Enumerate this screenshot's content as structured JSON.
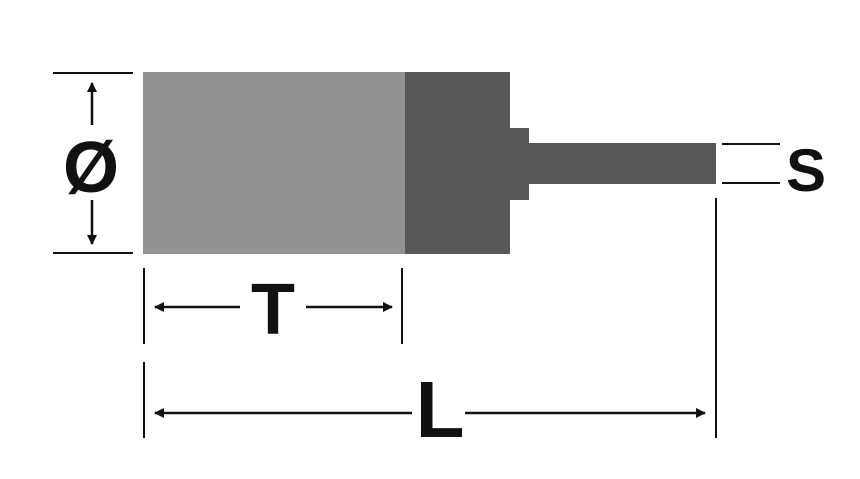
{
  "labels": {
    "diameter": "Ø",
    "trim_length": "T",
    "overall_length": "L",
    "shank": "S"
  },
  "colors": {
    "trim": "#929292",
    "head": "#585858",
    "shank": "#585858",
    "lines": "#111111",
    "background": "#ffffff"
  }
}
